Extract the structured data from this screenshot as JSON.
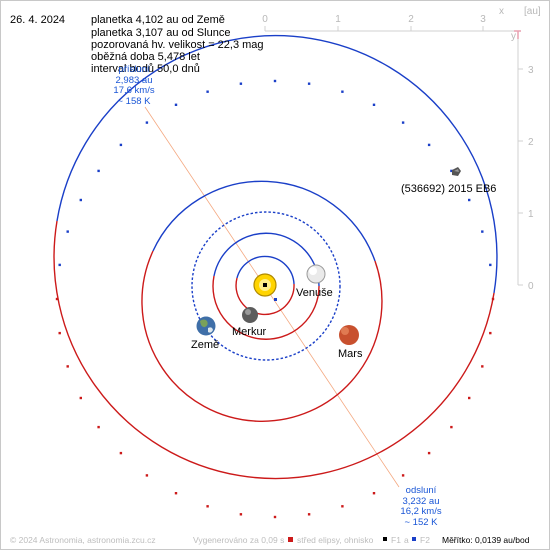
{
  "header": {
    "date": "26. 4. 2024",
    "line1": "planetka 4,102 au od Země",
    "line2": "planetka 3,107 au od Slunce",
    "line3": "pozorovaná hv. velikost = 22,3 mag",
    "line4": "oběžná doba 5,478 let",
    "line5": "interval bodů 50,0 dnů"
  },
  "axes": {
    "unit": "[au]",
    "x_letter": "x",
    "y_letter": "y",
    "x_ticks": [
      "0",
      "1",
      "2",
      "3"
    ],
    "y_ticks": [
      "3",
      "2",
      "1",
      "0"
    ]
  },
  "labels": {
    "asteroid": "(536692) 2015 EB6",
    "venus": "Venuše",
    "mercury": "Merkur",
    "earth": "Země",
    "mars": "Mars"
  },
  "perihelion": {
    "title": "přísluní",
    "distance": "2,983 au",
    "speed": "17,6 km/s",
    "temperature": "~ 158 K"
  },
  "aphelion": {
    "title": "odsluní",
    "distance": "3,232 au",
    "speed": "16,2 km/s",
    "temperature": "~ 152 K"
  },
  "footer": {
    "copyright": "© 2024 Astronomia, astronomia.zcu.cz",
    "generated": "Vygenerováno za 0,09 s",
    "legend_center": "střed elipsy, ohnisko",
    "legend_f1": "F1",
    "legend_a": "a",
    "legend_f2": "F2",
    "scale": "Měřítko: 0,0139 au/bod"
  },
  "colors": {
    "orbit_above": "#1a3fc8",
    "orbit_below": "#cc1a1a",
    "apsis_line": "#f4a880",
    "sun": "#ffd400",
    "mars": "#c8502e",
    "earth": "#3f6fa8"
  }
}
